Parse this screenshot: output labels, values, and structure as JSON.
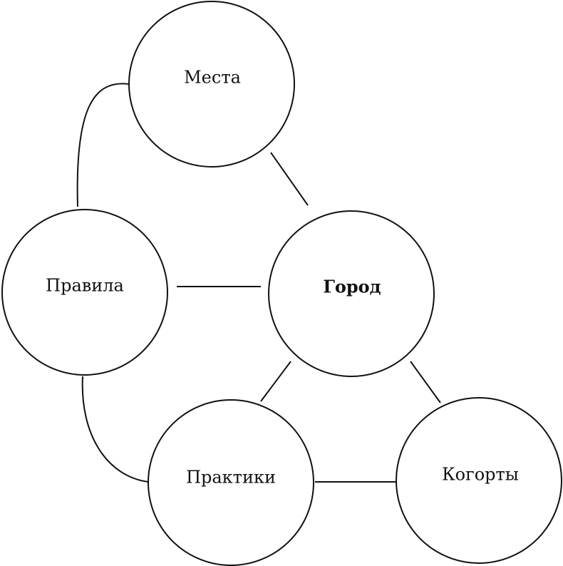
{
  "diagram": {
    "nodes": {
      "mesta": "Места",
      "pravila": "Правила",
      "gorod": "Город",
      "praktiki": "Практики",
      "kogorty": "Когорты"
    }
  }
}
